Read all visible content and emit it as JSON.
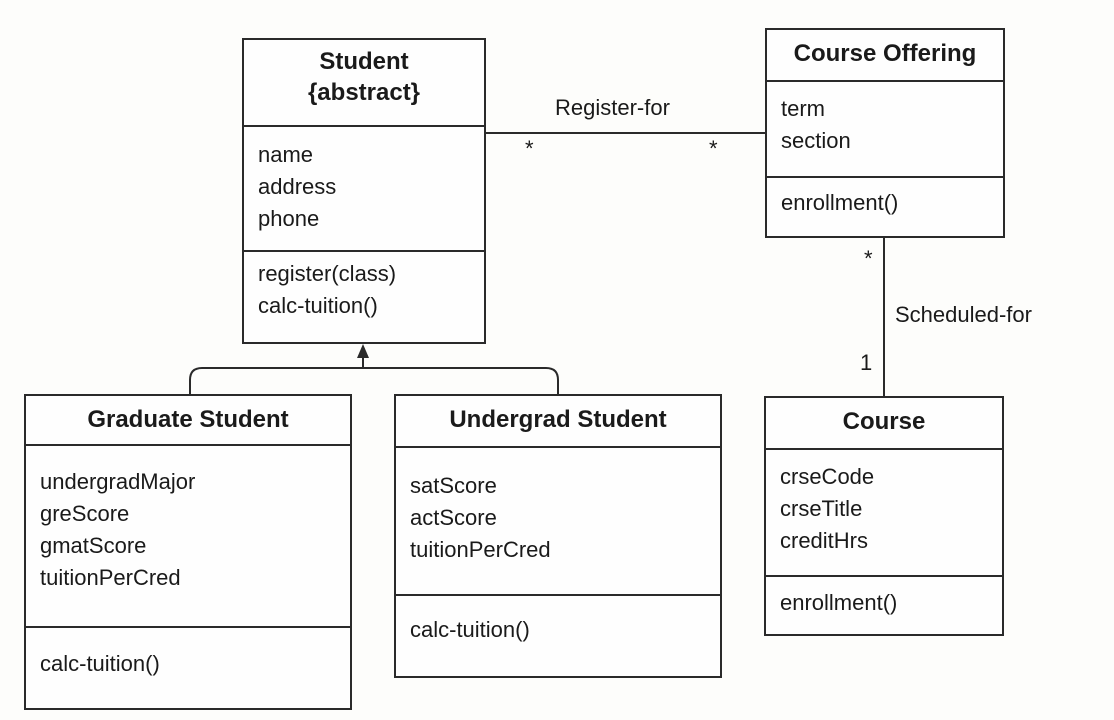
{
  "classes": {
    "student": {
      "name": "Student",
      "stereotype": "{abstract}",
      "attributes": [
        "name",
        "address",
        "phone"
      ],
      "operations": [
        "register(class)",
        "calc-tuition()"
      ]
    },
    "course_offering": {
      "name": "Course Offering",
      "attributes": [
        "term",
        "section"
      ],
      "operations": [
        "enrollment()"
      ]
    },
    "graduate_student": {
      "name": "Graduate Student",
      "attributes": [
        "undergradMajor",
        "greScore",
        "gmatScore",
        "tuitionPerCred"
      ],
      "operations": [
        "calc-tuition()"
      ]
    },
    "undergrad_student": {
      "name": "Undergrad Student",
      "attributes": [
        "satScore",
        "actScore",
        "tuitionPerCred"
      ],
      "operations": [
        "calc-tuition()"
      ]
    },
    "course": {
      "name": "Course",
      "attributes": [
        "crseCode",
        "crseTitle",
        "creditHrs"
      ],
      "operations": [
        "enrollment()"
      ]
    }
  },
  "associations": {
    "register_for": {
      "label": "Register-for",
      "mult_student": "*",
      "mult_offering": "*"
    },
    "scheduled_for": {
      "label": "Scheduled-for",
      "mult_offering": "*",
      "mult_course": "1"
    }
  }
}
